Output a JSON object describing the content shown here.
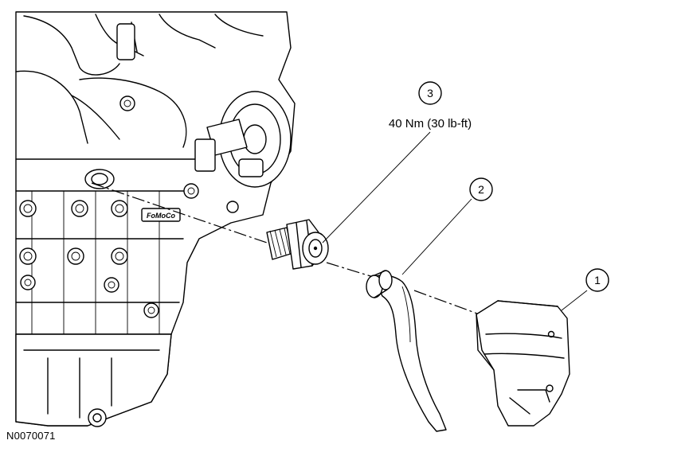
{
  "figure": {
    "id": "N0070071"
  },
  "callouts": [
    {
      "number": "1"
    },
    {
      "number": "2"
    },
    {
      "number": "3",
      "torque": "40 Nm (30 lb-ft)"
    }
  ],
  "engine_casting_text": "FoMoCo"
}
